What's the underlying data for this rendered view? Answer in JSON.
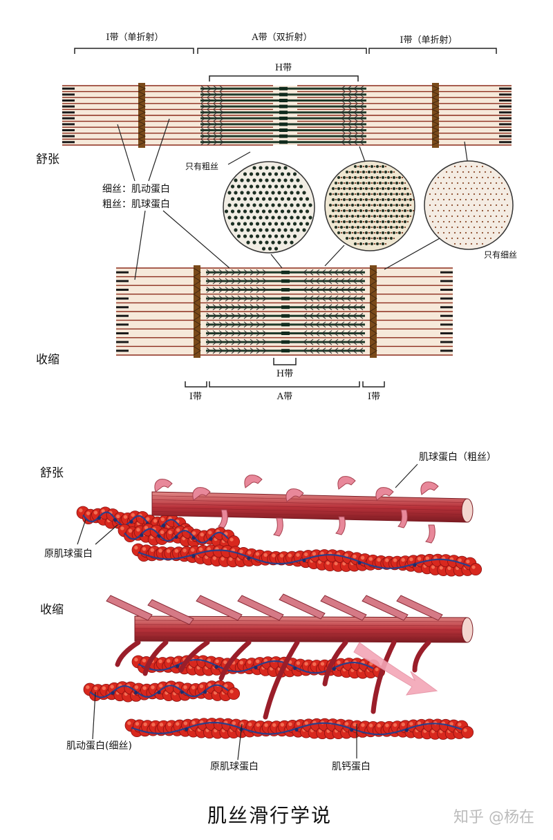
{
  "top": {
    "band_i_left": "I带（单折射）",
    "band_a": "A带（双折射）",
    "band_i_right": "I带（单折射）",
    "band_h_top": "H带",
    "relaxed_label": "舒张",
    "contracted_label": "收缩",
    "thin_filament": "细丝：肌动蛋白",
    "thick_filament": "粗丝：肌球蛋白",
    "only_thick": "只有粗丝",
    "only_thin": "只有细丝",
    "band_h_bottom": "H带",
    "band_i_bottom_left": "I带",
    "band_a_bottom": "A带",
    "band_i_bottom_right": "I带"
  },
  "bottom": {
    "relaxed_label": "舒张",
    "contracted_label": "收缩",
    "myosin_thick": "肌球蛋白（粗丝）",
    "tropomyosin_1": "原肌球蛋白",
    "actin_thin": "肌动蛋白(细丝)",
    "tropomyosin_2": "原肌球蛋白",
    "troponin": "肌钙蛋白"
  },
  "caption": "肌丝滑行学说",
  "watermark": "知乎 @杨在",
  "colors": {
    "thin": "#8b2a1a",
    "thick": "#1f3a2a",
    "zline": "#7a4a1a",
    "myosin": "#b8323a",
    "actin": "#d8281e",
    "tropo": "#2a3f8a"
  }
}
